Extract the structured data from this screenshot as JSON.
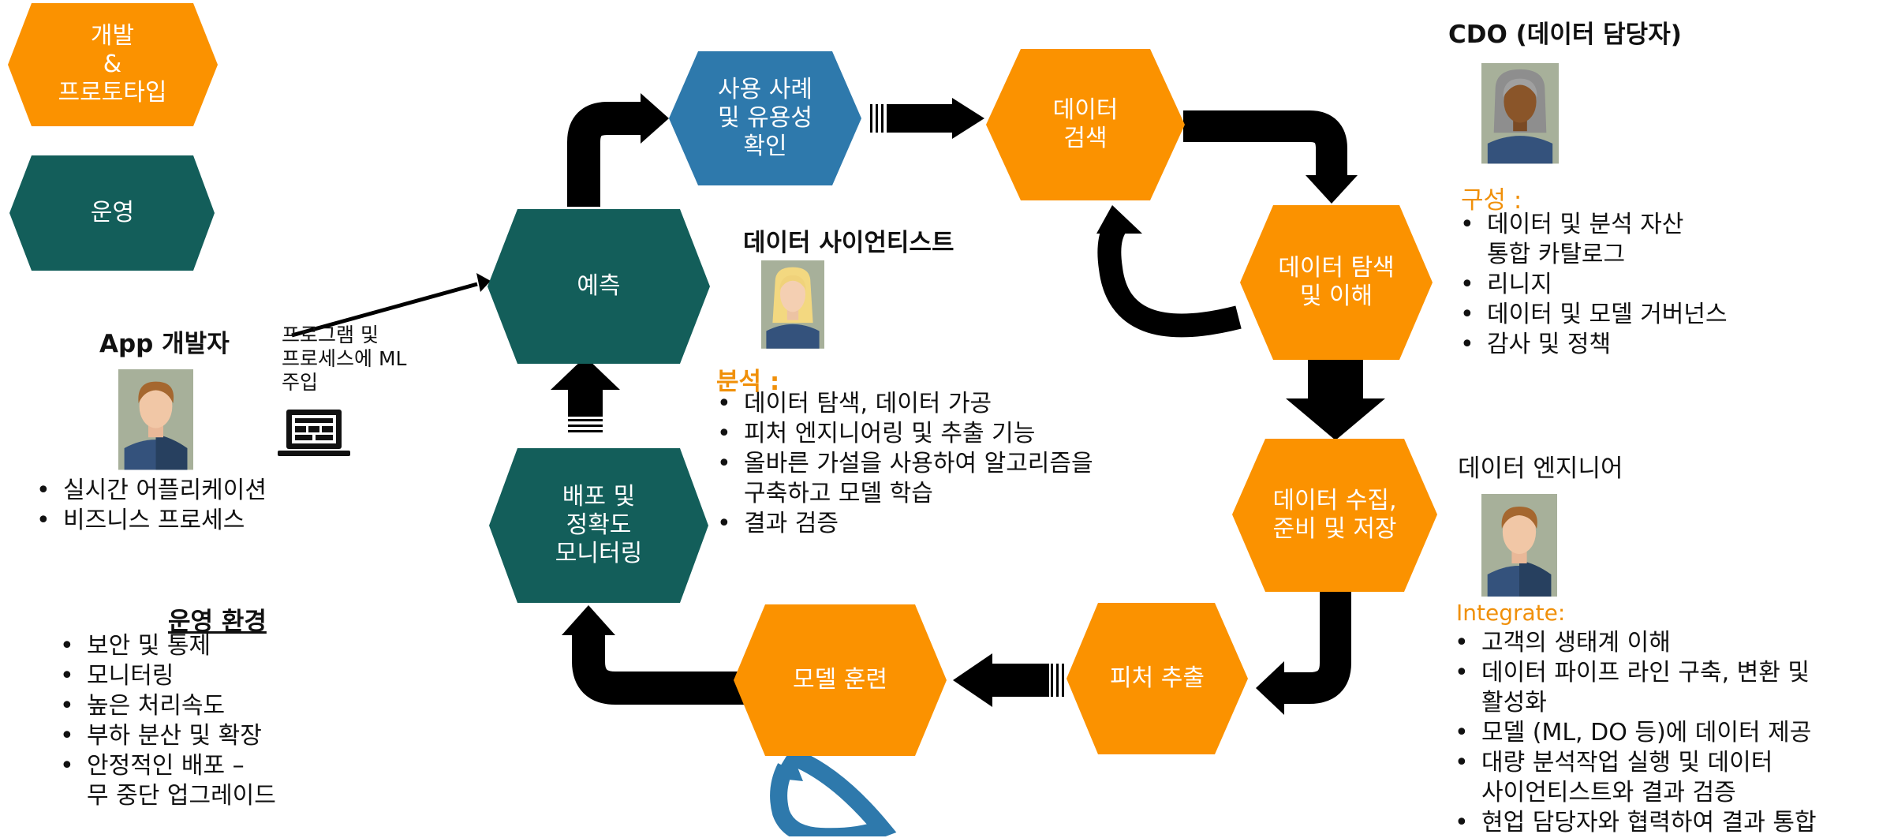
{
  "colors": {
    "orange": "#fb9200",
    "teal": "#135e5a",
    "blue": "#2e79ac",
    "arrow": "#000000",
    "accent_text": "#f0900a"
  },
  "legend": {
    "dev_label": "개발\n&\n프로토타입",
    "ops_label": "운영"
  },
  "hexes": {
    "use_case": "사용 사례\n및 유용성\n확인",
    "data_search": "데이터\n검색",
    "data_explore": "데이터 탐색\n및 이해",
    "data_collect": "데이터 수집,\n준비 및 저장",
    "feature": "피처 추출",
    "model_train": "모델 훈련",
    "deploy": "배포 및\n정확도\n모니터링",
    "predict": "예측"
  },
  "app_dev": {
    "title": "App 개발자",
    "caption": "프로그램 및\n프로세스에 ML\n주입",
    "bullets": [
      "실시간 어플리케이션",
      "비즈니스 프로세스"
    ],
    "avatar_icon": "male-avatar-icon",
    "laptop_icon": "laptop-icon"
  },
  "ops_env": {
    "title": "운영 환경",
    "bullets": [
      "보안 및 통제",
      "모니터링",
      "높은 처리속도",
      "부하 분산 및 확장",
      "안정적인 배포 –\n무 중단 업그레이드"
    ]
  },
  "data_scientist": {
    "title": "데이터 사이언티스트",
    "section": "분석 :",
    "bullets": [
      "데이터 탐색, 데이터 가공",
      "피처 엔지니어링 및 추출 기능",
      "올바른 가설을 사용하여 알고리즘을\n구축하고 모델 학습",
      "결과 검증"
    ],
    "avatar_icon": "female-avatar-icon"
  },
  "cdo": {
    "title": "CDO (데이터 담당자)",
    "section": "구성 :",
    "bullets": [
      "데이터 및 분석 자산\n통합 카탈로그",
      "리니지",
      "데이터 및 모델 거버넌스",
      "감사 및 정책"
    ],
    "avatar_icon": "gray-hair-avatar-icon"
  },
  "data_engineer": {
    "title": "데이터 엔지니어",
    "section": "Integrate:",
    "bullets": [
      "고객의 생태계 이해",
      "데이터 파이프 라인 구축, 변환 및\n활성화",
      "모델 (ML, DO 등)에 데이터 제공",
      "대량 분석작업 실행 및 데이터\n사이언티스트와 결과 검증",
      "현업 담당자와 협력하여 결과 통합"
    ],
    "avatar_icon": "male-avatar-icon"
  }
}
